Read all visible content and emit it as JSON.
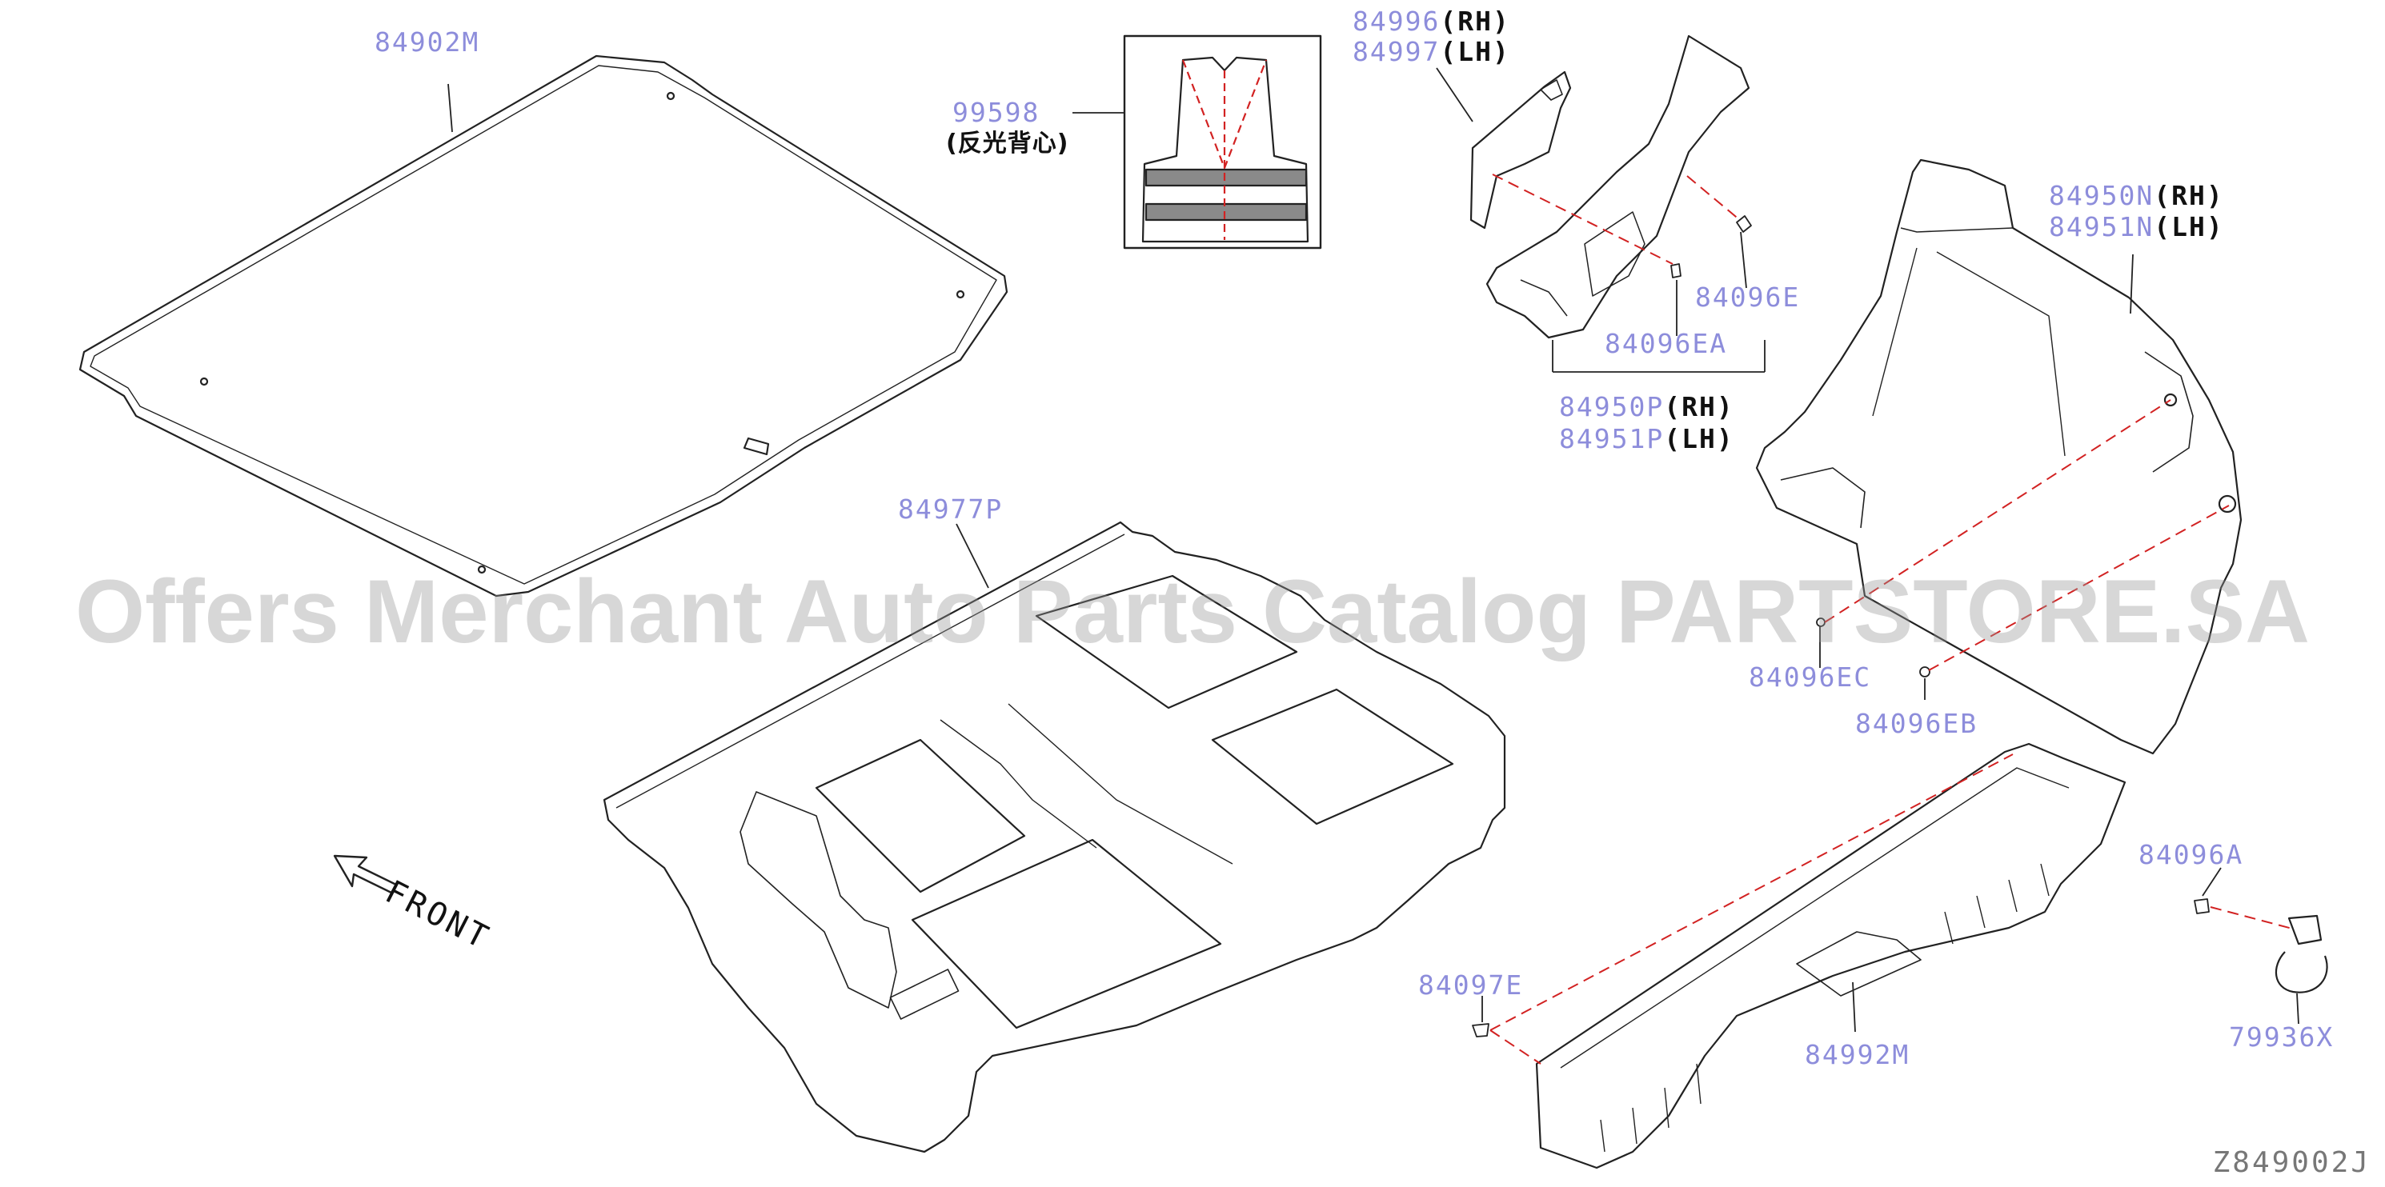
{
  "parts": {
    "p84902M": "84902M",
    "p99598": "99598",
    "p99598_cn": "(反光背心)",
    "p84996": "84996",
    "p84997": "84997",
    "p84950N": "84950N",
    "p84951N": "84951N",
    "p84096E": "84096E",
    "p84096EA": "84096EA",
    "p84950P": "84950P",
    "p84951P": "84951P",
    "p84977P": "84977P",
    "p84096EC": "84096EC",
    "p84096EB": "84096EB",
    "p84096A": "84096A",
    "p84097E": "84097E",
    "p84992M": "84992M",
    "p79936X": "79936X"
  },
  "sides": {
    "rh": "(RH)",
    "lh": "(LH)"
  },
  "watermark": "Offers Merchant Auto Parts Catalog PARTSTORE.SA",
  "front_label": "FRONT",
  "diagram_code": "Z849002J",
  "colors": {
    "part_number": "#8d8ddb",
    "leader_dash": "#d22222",
    "line": "#222222"
  }
}
